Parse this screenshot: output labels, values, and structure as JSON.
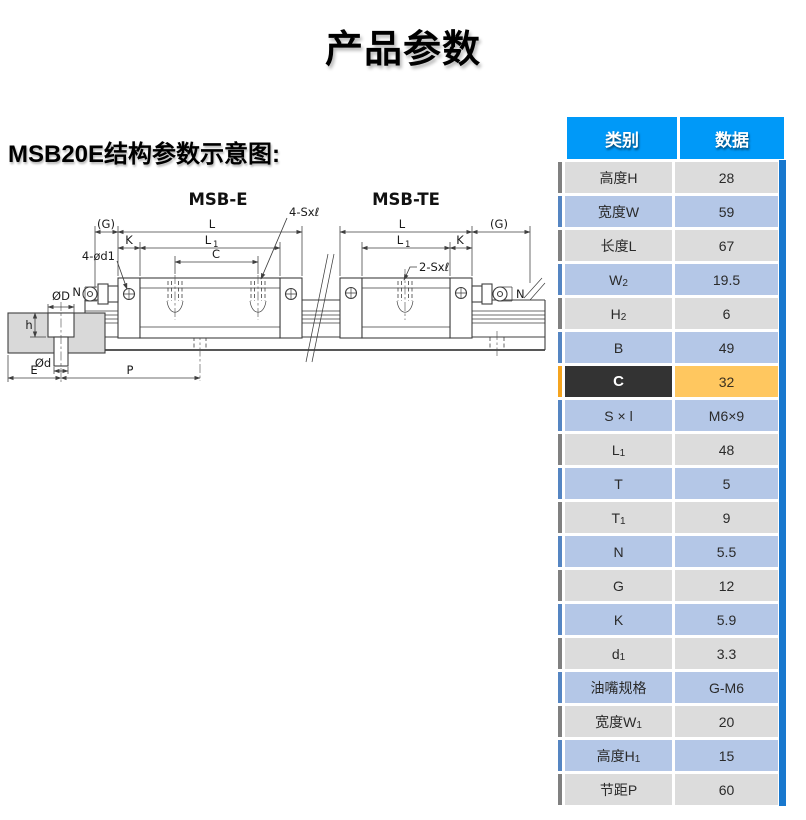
{
  "page": {
    "title": "产品参数"
  },
  "section": {
    "heading": "MSB20E结构参数示意图:"
  },
  "diagram": {
    "left": {
      "title": "MSB-E",
      "hole_label": "4-Sxℓ",
      "dim_g": "(G)",
      "dim_l": "L",
      "dim_k": "K",
      "dim_l1_base": "L",
      "dim_l1_sub": "1",
      "dim_c": "C",
      "dim_d1": "4-ød1",
      "dim_n": "N",
      "dim_D": "ØD",
      "dim_h": "h",
      "dim_d": "Ød",
      "dim_e": "E",
      "dim_p": "P"
    },
    "right": {
      "title": "MSB-TE",
      "hole_label": "2-Sxℓ",
      "dim_l": "L",
      "dim_g": "(G)",
      "dim_l1_base": "L",
      "dim_l1_sub": "1",
      "dim_k": "K",
      "dim_n": "N"
    }
  },
  "table": {
    "headers": {
      "category": "类别",
      "value": "数据"
    },
    "colors": {
      "header_bg": "#0099F8",
      "row_gray": "#DCDCDC",
      "row_blue": "#B4C7E7",
      "highlight_label_bg": "#333333",
      "highlight_value_bg": "#FFC75F",
      "edge_strip_gray": "#808080",
      "edge_strip_blue": "#5585C2",
      "edge_strip_highlight": "#F5A41F",
      "right_bar": "#1878CE"
    },
    "rows": [
      {
        "cat": "高度H",
        "sub": "",
        "value": "28",
        "style": "gray"
      },
      {
        "cat": "宽度W",
        "sub": "",
        "value": "59",
        "style": "blue"
      },
      {
        "cat": "长度L",
        "sub": "",
        "value": "67",
        "style": "gray"
      },
      {
        "cat": "W",
        "sub": "2",
        "value": "19.5",
        "style": "blue"
      },
      {
        "cat": "H",
        "sub": "2",
        "value": "6",
        "style": "gray"
      },
      {
        "cat": "B",
        "sub": "",
        "value": "49",
        "style": "blue"
      },
      {
        "cat": "C",
        "sub": "",
        "value": "32",
        "style": "highlight"
      },
      {
        "cat": "S × l",
        "sub": "",
        "value": "M6×9",
        "style": "blue"
      },
      {
        "cat": "L",
        "sub": "1",
        "value": "48",
        "style": "gray"
      },
      {
        "cat": "T",
        "sub": "",
        "value": "5",
        "style": "blue"
      },
      {
        "cat": "T",
        "sub": "1",
        "value": "9",
        "style": "gray"
      },
      {
        "cat": "N",
        "sub": "",
        "value": "5.5",
        "style": "blue"
      },
      {
        "cat": "G",
        "sub": "",
        "value": "12",
        "style": "gray"
      },
      {
        "cat": "K",
        "sub": "",
        "value": "5.9",
        "style": "blue"
      },
      {
        "cat": "d",
        "sub": "1",
        "value": "3.3",
        "style": "gray"
      },
      {
        "cat": "油嘴规格",
        "sub": "",
        "value": "G-M6",
        "style": "blue"
      },
      {
        "cat": "宽度W",
        "sub": "1",
        "value": "20",
        "style": "gray"
      },
      {
        "cat": "高度H",
        "sub": "1",
        "value": "15",
        "style": "blue"
      },
      {
        "cat": "节距P",
        "sub": "",
        "value": "60",
        "style": "gray"
      }
    ]
  }
}
